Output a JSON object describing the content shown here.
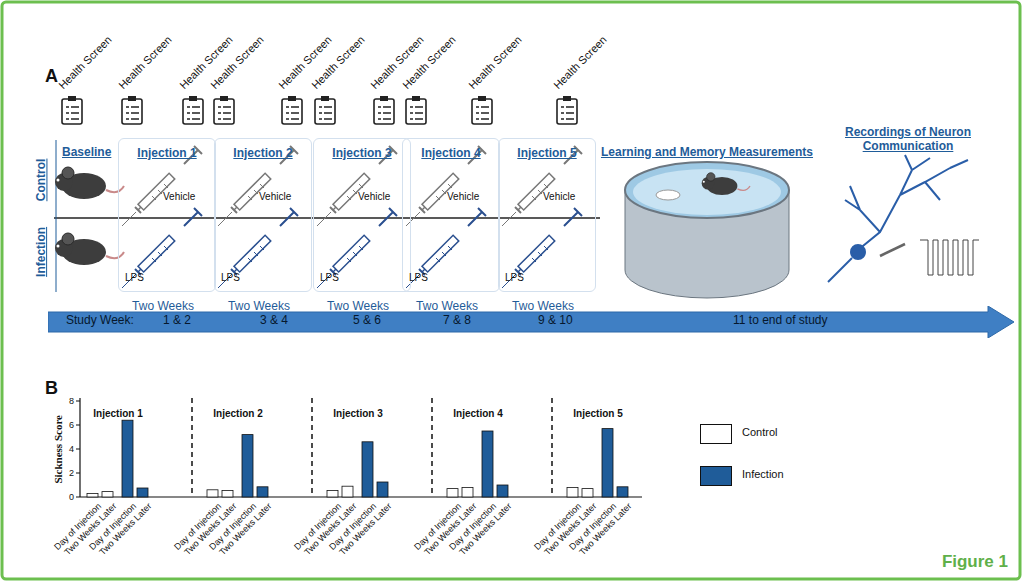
{
  "diagram": {
    "caption": "Figure 1",
    "nodes": [
      {
        "text": [
          "Injection 1",
          "Vehicle",
          "LPS"
        ]
      },
      {
        "text": [
          "Injection 2",
          "Vehicle",
          "LPS"
        ]
      },
      {
        "text": [
          "Injection 3",
          "Vehicle",
          "LPS"
        ]
      },
      {
        "text": [
          "Injection 4",
          "Vehicle",
          "LPS"
        ]
      },
      {
        "text": [
          "Injection 5",
          "Vehicle",
          "LPS"
        ]
      },
      {
        "text": [
          "Study Week:",
          "1 & 2",
          "3 & 4",
          "5 & 6",
          "7 & 8",
          "9 & 10",
          "11 to end of study"
        ]
      }
    ],
    "labels": [
      "A",
      "Health Screen",
      "Health Screen",
      "Health Screen",
      "Health Screen",
      "Health Screen",
      "Health Screen",
      "Health Screen",
      "Health Screen",
      "Health Screen",
      "Health Screen",
      "Baseline",
      "Control",
      "Infection",
      "Two Weeks",
      "Two Weeks",
      "Two Weeks",
      "Two Weeks",
      "Two Weeks",
      "Learning and Memory Measurements",
      "Recordings of Neuron Communication",
      "B",
      "Injection 1",
      "Injection 2",
      "Injection 3",
      "Injection 4",
      "Injection 5",
      "Sickness Score",
      "0",
      "2",
      "4",
      "6",
      "8",
      "Day of Injection",
      "Two Weeks Later",
      "Day of Injection",
      "Two Weeks Later",
      "Day of Injection",
      "Two Weeks Later",
      "Day of Injection",
      "Two Weeks Later",
      "Day of Injection",
      "Two Weeks Later",
      "Day of Injection",
      "Two Weeks Later",
      "Day of Injection",
      "Two Weeks Later",
      "Day of Injection",
      "Two Weeks Later",
      "Day of Injection",
      "Two Weeks Later",
      "Day of Injection",
      "Two Weeks Later"
    ],
    "legend": [
      {
        "text": "Control",
        "color": "#ffffff"
      },
      {
        "text": "Infection",
        "color": "#1f5c99"
      }
    ]
  }
}
